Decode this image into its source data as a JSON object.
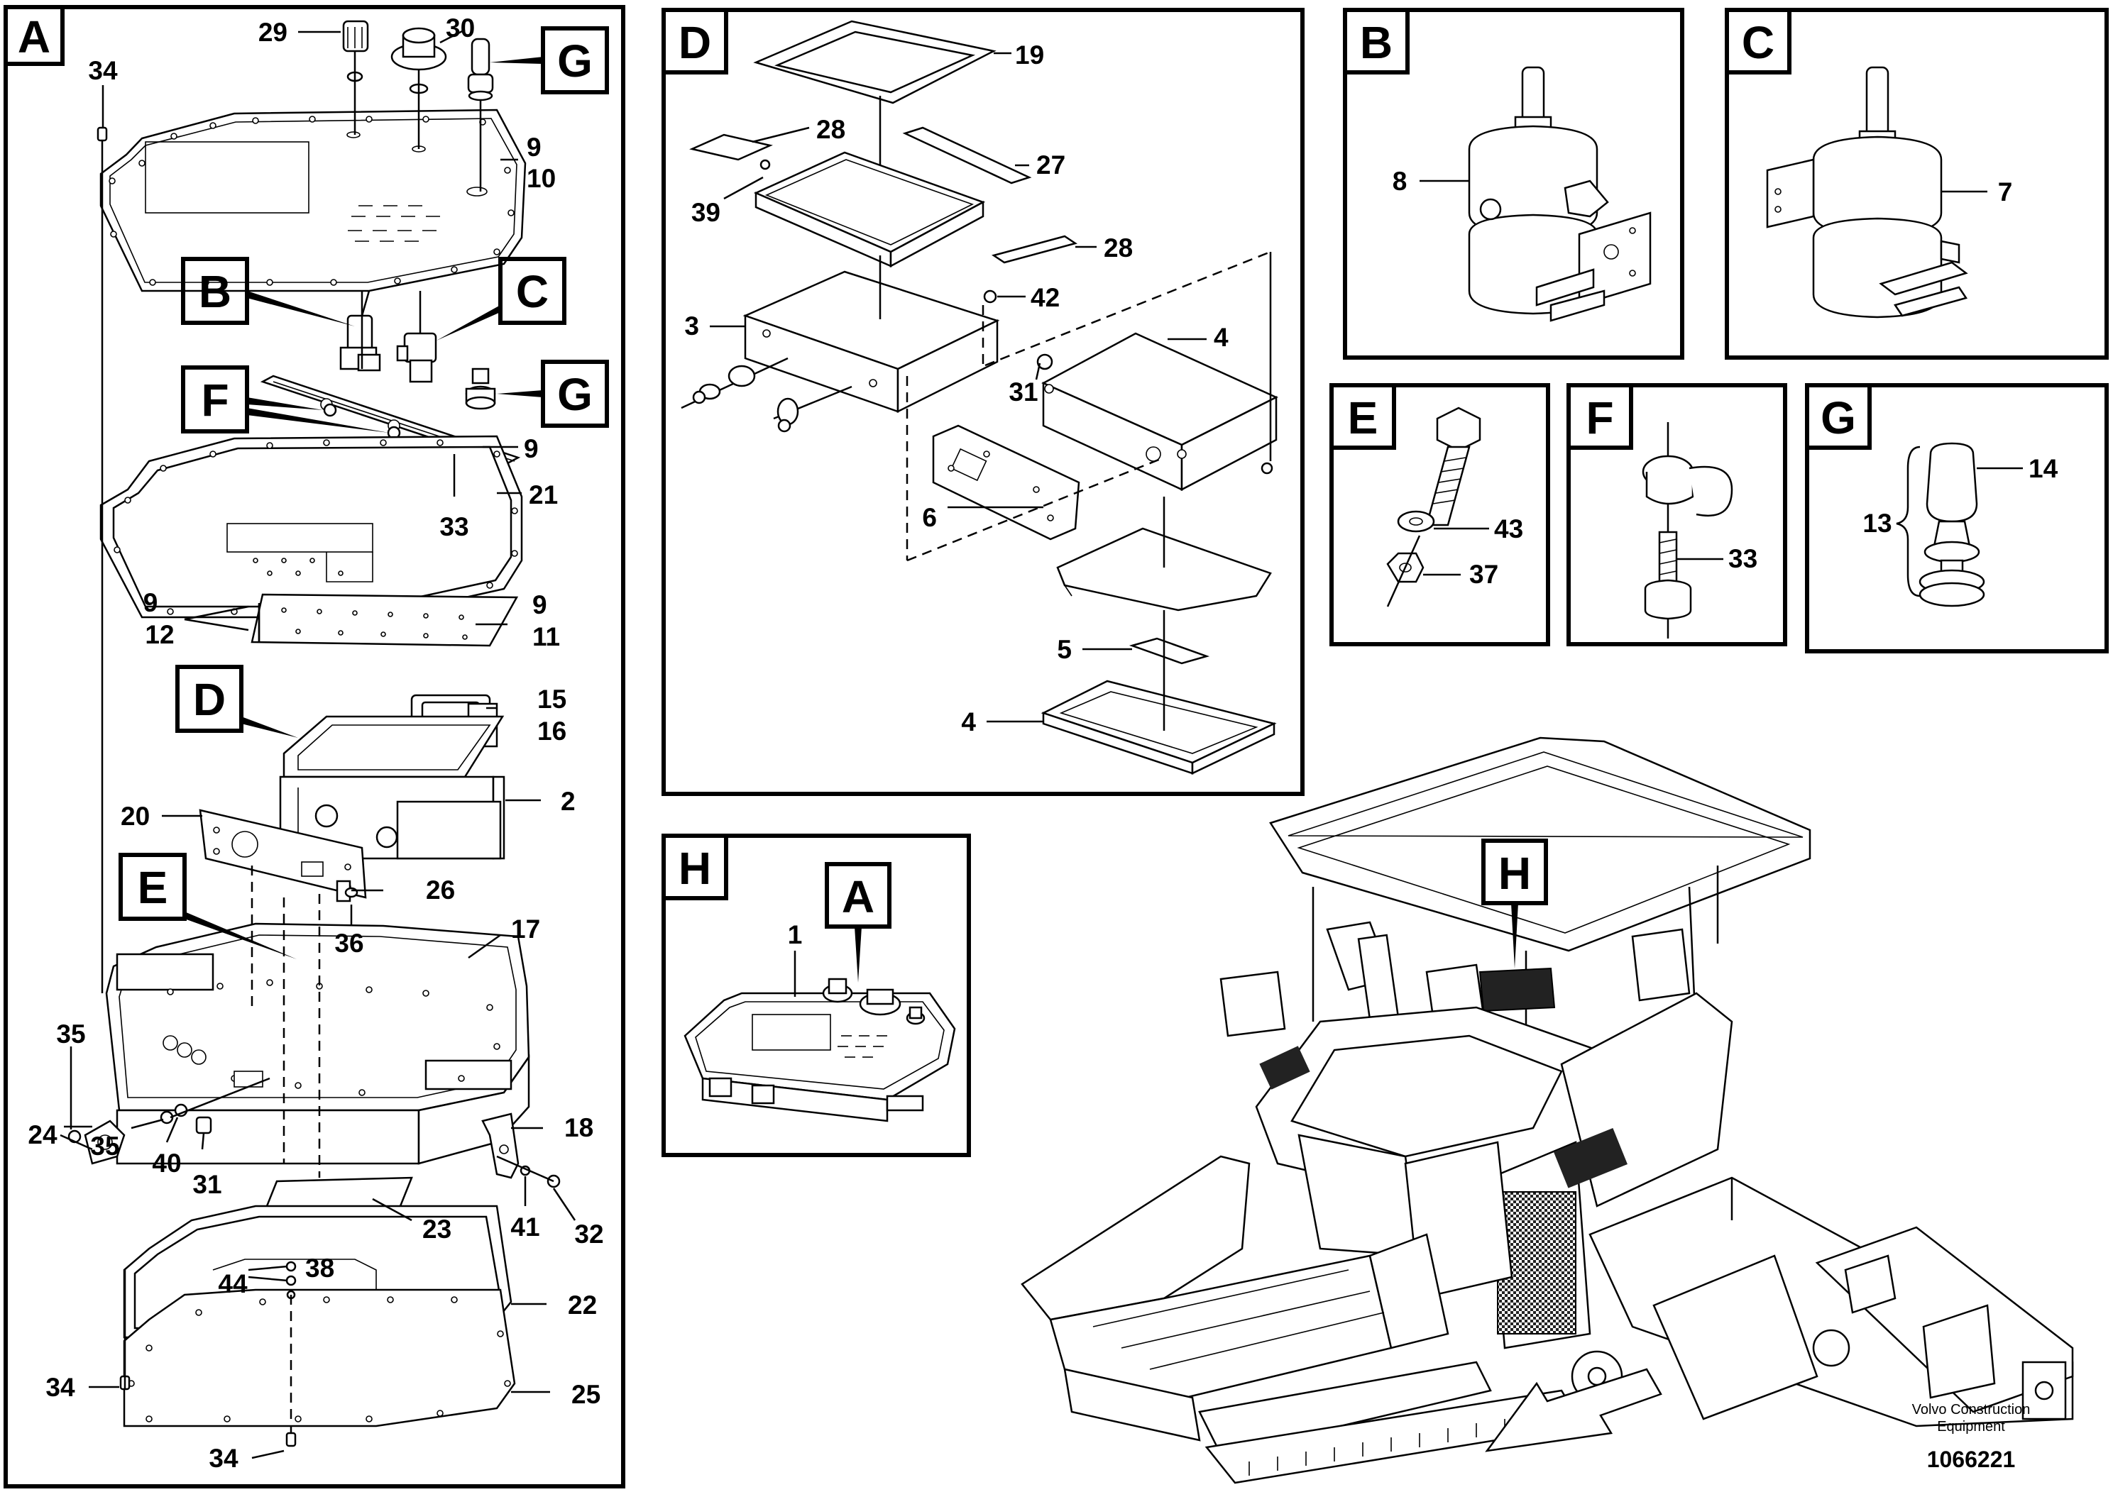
{
  "sections": {
    "A": "A",
    "B": "B",
    "C": "C",
    "D": "D",
    "E": "E",
    "F": "F",
    "G": "G",
    "H": "H"
  },
  "callouts": {
    "B": "B",
    "C": "C",
    "D": "D",
    "E": "E",
    "F": "F",
    "G1": "G",
    "G2": "G",
    "A_in_H": "A",
    "H_on_machine": "H"
  },
  "labels_A": {
    "p29": "29",
    "p30": "30",
    "p34_top": "34",
    "p9_top": "9",
    "p10": "10",
    "p9_rail": "9",
    "p21": "21",
    "p33": "33",
    "p9_left": "9",
    "p12": "12",
    "p9_right": "9",
    "p11": "11",
    "p15": "15",
    "p16": "16",
    "p2": "2",
    "p20": "20",
    "p26": "26",
    "p36": "36",
    "p17": "17",
    "p35_a": "35",
    "p24": "24",
    "p35_b": "35",
    "p40": "40",
    "p31": "31",
    "p18": "18",
    "p41": "41",
    "p32": "32",
    "p23": "23",
    "p38": "38",
    "p44": "44",
    "p22": "22",
    "p34_mid": "34",
    "p25": "25",
    "p34_bot": "34"
  },
  "labels_D": {
    "p19": "19",
    "p28_a": "28",
    "p27": "27",
    "p39": "39",
    "p28_b": "28",
    "p42": "42",
    "p3": "3",
    "p4_a": "4",
    "p31": "31",
    "p6": "6",
    "p5": "5",
    "p4_b": "4"
  },
  "labels_B": {
    "p8": "8"
  },
  "labels_C": {
    "p7": "7"
  },
  "labels_E": {
    "p43": "43",
    "p37": "37"
  },
  "labels_F": {
    "p33": "33"
  },
  "labels_G": {
    "p14": "14",
    "p13": "13"
  },
  "labels_H": {
    "p1": "1"
  },
  "footer": {
    "company_line1": "Volvo Construction",
    "company_line2": "Equipment",
    "drawing_number": "1066221"
  }
}
